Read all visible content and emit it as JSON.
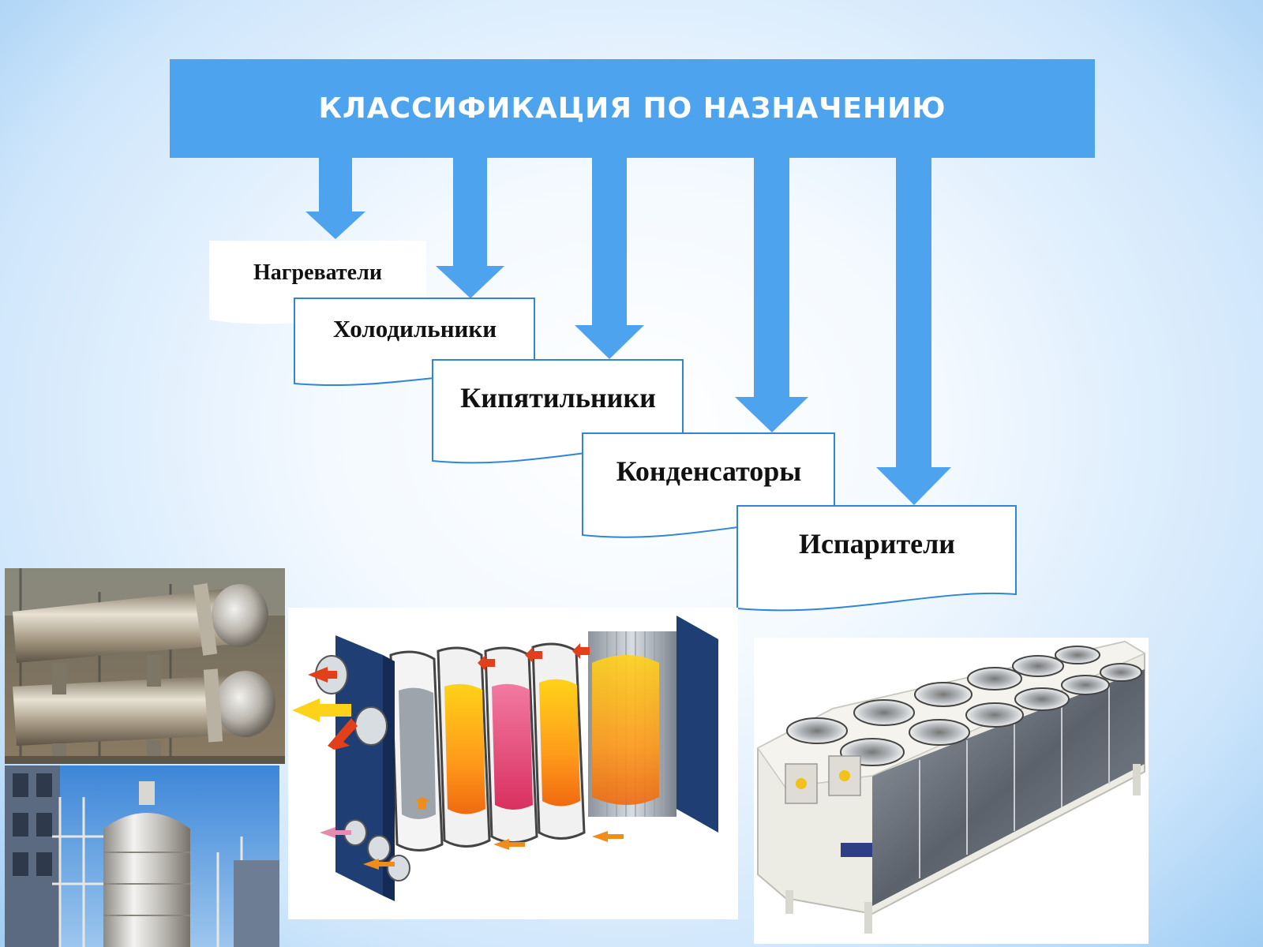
{
  "title": "КЛАССИФИКАЦИЯ ПО НАЗНАЧЕНИЮ",
  "categories": [
    {
      "label": "Нагреватели"
    },
    {
      "label": "Холодильники"
    },
    {
      "label": "Кипятильники"
    },
    {
      "label": "Конденсаторы"
    },
    {
      "label": "Испарители"
    }
  ],
  "colors": {
    "accent": "#4ea3ee",
    "card_border": "#2f86d8",
    "card_fill": "#ffffff"
  },
  "images": [
    {
      "name": "shell-and-tube-heat-exchanger-photo"
    },
    {
      "name": "vertical-tank-photo"
    },
    {
      "name": "plate-heat-exchanger-diagram"
    },
    {
      "name": "dry-cooler-unit-photo"
    }
  ]
}
